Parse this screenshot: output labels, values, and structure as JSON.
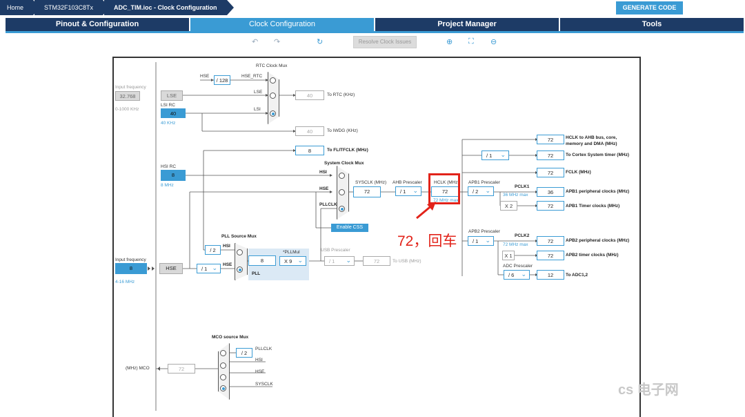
{
  "breadcrumb": [
    "Home",
    "STM32F103C8Tx",
    "ADC_TIM.ioc - Clock Configuration"
  ],
  "generate_label": "GENERATE CODE",
  "tabs": [
    "Pinout & Configuration",
    "Clock Configuration",
    "Project Manager",
    "Tools"
  ],
  "toolbar": {
    "resolve_label": "Resolve Clock Issues"
  },
  "left": {
    "input_freq_label": "Input frequency",
    "lse_input": "32.768",
    "lse_range": "0-1000 KHz",
    "lse_label": "LSE",
    "lsi_rc_label": "LSI RC",
    "lsi_value": "40",
    "lsi_unit": "40 KHz",
    "hsi_rc_label": "HSI RC",
    "hsi_value": "8",
    "hsi_unit": "8 MHz",
    "hse_input_label": "Input frequency",
    "hse_input": "8",
    "hse_range": "4-16 MHz",
    "hse_label": "HSE"
  },
  "rtc": {
    "mux_label": "RTC Clock Mux",
    "hse_label": "HSE",
    "div": "/ 128",
    "hse_rtc": "HSE_RTC",
    "lse": "LSE",
    "lsi": "LSI",
    "rtc_value": "40",
    "rtc_label": "To RTC (KHz)",
    "iwdg_value": "40",
    "iwdg_label": "To IWDG (KHz)",
    "flit_value": "8",
    "flit_label": "To FLITFCLK (MHz)"
  },
  "sysmux": {
    "label": "System Clock Mux",
    "hsi": "HSI",
    "hse": "HSE",
    "pllclk": "PLLCLK",
    "enable_css": "Enable CSS",
    "sysclk_label": "SYSCLK (MHz)",
    "sysclk_value": "72",
    "ahb_label": "AHB Prescaler",
    "ahb_value": "/ 1",
    "hclk_label": "HCLK (MHz)",
    "hclk_value": "72",
    "hclk_max": "72 MHz max"
  },
  "pll": {
    "mux_label": "PLL Source Mux",
    "hsi": "HSI",
    "hse": "HSE",
    "div2": "/ 2",
    "hse_div": "/ 1",
    "pll_value": "8",
    "pllmul_label": "*PLLMul",
    "pllmul": "X 9",
    "pll_label": "PLL",
    "usb_label": "USB Prescaler",
    "usb_div": "/ 1",
    "usb_value": "72",
    "usb_out": "To USB (MHz)"
  },
  "outputs": {
    "hclk_ahb_value": "72",
    "hclk_ahb_label1": "HCLK to AHB bus, core,",
    "hclk_ahb_label2": "memory and DMA (MHz)",
    "cortex_div": "/ 1",
    "cortex_value": "72",
    "cortex_label": "To Cortex System timer (MHz)",
    "fclk_value": "72",
    "fclk_label": "FCLK (MHz)",
    "apb1_label": "APB1 Prescaler",
    "apb1_div": "/ 2",
    "pclk1": "PCLK1",
    "pclk1_max": "36 MHz max",
    "apb1_periph_value": "36",
    "apb1_periph_label": "APB1 peripheral clocks (MHz)",
    "apb1_timer_mul": "X 2",
    "apb1_timer_value": "72",
    "apb1_timer_label": "APB1 Timer clocks (MHz)",
    "apb2_label": "APB2 Prescaler",
    "apb2_div": "/ 1",
    "pclk2": "PCLK2",
    "pclk2_max": "72 MHz max",
    "apb2_periph_value": "72",
    "apb2_periph_label": "APB2 peripheral clocks (MHz)",
    "apb2_timer_mul": "X 1",
    "apb2_timer_value": "72",
    "apb2_timer_label": "APB2 timer clocks (MHz)",
    "adc_label": "ADC Prescaler",
    "adc_div": "/ 6",
    "adc_value": "12",
    "adc_out": "To ADC1,2"
  },
  "mco": {
    "label": "MCO source Mux",
    "div2": "/ 2",
    "pllclk": "PLLCLK",
    "hsi": "HSI",
    "hse": "HSE",
    "sysclk": "SYSCLK",
    "value": "72",
    "unit": "(MHz) MCO"
  },
  "annotation": "72，回车",
  "watermark": "cs 电子网",
  "colors": {
    "navy": "#1d3b66",
    "accent": "#3a9bd4",
    "highlight": "#e2231a"
  }
}
